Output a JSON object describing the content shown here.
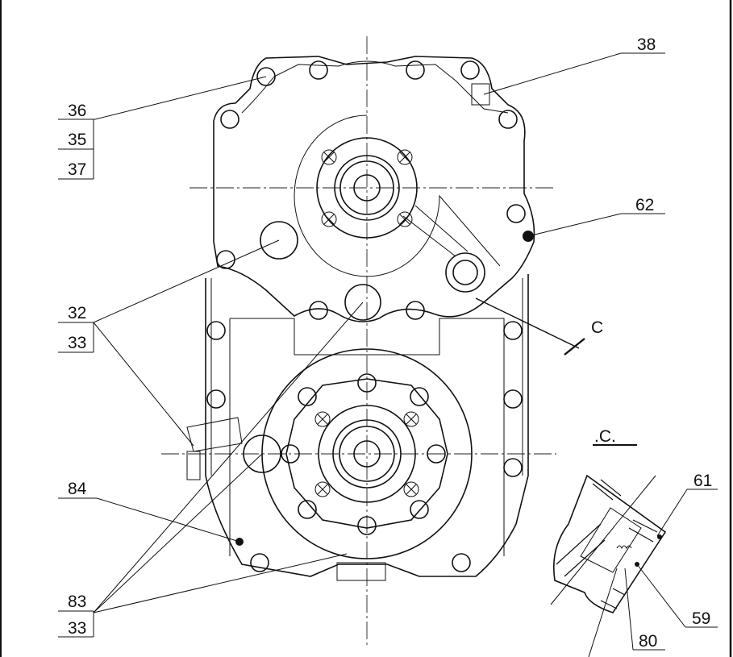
{
  "title": "Gearbox housing assembly drawing with part callouts",
  "callouts": {
    "p38": "38",
    "p36": "36",
    "p35": "35",
    "p37": "37",
    "p62": "62",
    "p32": "32",
    "p33a": "33",
    "section_arrow": "C",
    "p84": "84",
    "p83": "83",
    "p33b": "33",
    "section_title": ".C.",
    "p61": "61",
    "p59": "59",
    "p80": "80"
  }
}
